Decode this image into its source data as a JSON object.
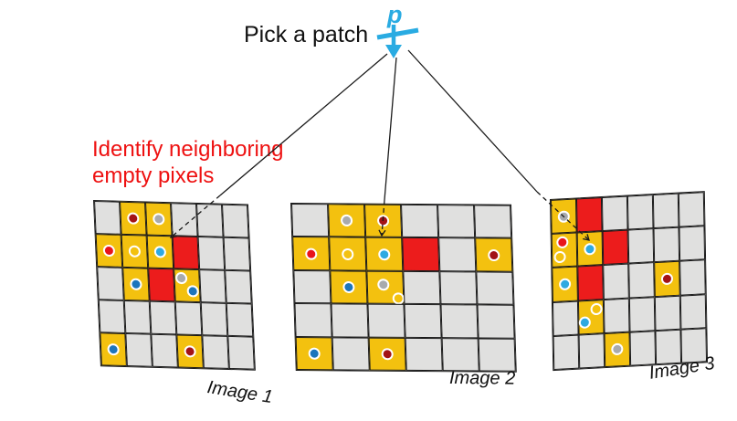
{
  "title": {
    "text": "Pick a patch",
    "patch_symbol": "p"
  },
  "annotation": {
    "line1": "Identify neighboring",
    "line2": "empty pixels"
  },
  "colors": {
    "accent_cyan": "#29ABE2",
    "annotation_red": "#EE1111",
    "line": "#1A1A1A",
    "cell_yellow": "#F3C10F",
    "cell_gray": "#E0E0DF",
    "cell_red": "#EC1C1C",
    "dot_red": "#E8141B",
    "dot_darkred": "#A31316",
    "dot_gray": "#A8AAAD",
    "dot_cyan": "#2FA9E1",
    "dot_blue": "#1C75BC",
    "dot_ring": "#FFFFFF"
  },
  "grids": [
    {
      "label": "Image 1",
      "rows": [
        [
          {
            "bg": "G"
          },
          {
            "bg": "Y",
            "dots": [
              {
                "c": "darkred",
                "o": [
                  0,
                  0
                ]
              }
            ]
          },
          {
            "bg": "Y",
            "dots": [
              {
                "c": "gray",
                "o": [
                  0,
                  0
                ]
              }
            ]
          },
          {
            "bg": "G"
          },
          {
            "bg": "G"
          },
          {
            "bg": "G"
          }
        ],
        [
          {
            "bg": "Y",
            "dots": [
              {
                "c": "red",
                "o": [
                  0,
                  0
                ]
              }
            ]
          },
          {
            "bg": "Y",
            "dots": [
              {
                "c": "hollow",
                "o": [
                  0,
                  0
                ]
              }
            ]
          },
          {
            "bg": "Y",
            "dots": [
              {
                "c": "cyan",
                "o": [
                  0,
                  0
                ]
              }
            ]
          },
          {
            "bg": "R"
          },
          {
            "bg": "G"
          },
          {
            "bg": "G"
          }
        ],
        [
          {
            "bg": "G"
          },
          {
            "bg": "Y",
            "dots": [
              {
                "c": "blue",
                "o": [
                  0,
                  0
                ]
              }
            ]
          },
          {
            "bg": "R"
          },
          {
            "bg": "Y",
            "dots": [
              {
                "c": "gray",
                "o": [
                  -6,
                  -8
                ]
              },
              {
                "c": "blue",
                "o": [
                  6,
                  6
                ]
              }
            ]
          },
          {
            "bg": "G"
          },
          {
            "bg": "G"
          }
        ],
        [
          {
            "bg": "G"
          },
          {
            "bg": "G"
          },
          {
            "bg": "G"
          },
          {
            "bg": "G"
          },
          {
            "bg": "G"
          },
          {
            "bg": "G"
          }
        ],
        [
          {
            "bg": "Y",
            "dots": [
              {
                "c": "blue",
                "o": [
                  0,
                  0
                ]
              }
            ]
          },
          {
            "bg": "G"
          },
          {
            "bg": "G"
          },
          {
            "bg": "Y",
            "dots": [
              {
                "c": "darkred",
                "o": [
                  0,
                  0
                ]
              }
            ]
          },
          {
            "bg": "G"
          },
          {
            "bg": "G"
          }
        ]
      ]
    },
    {
      "label": "Image 2",
      "rows": [
        [
          {
            "bg": "G"
          },
          {
            "bg": "Y",
            "dots": [
              {
                "c": "gray",
                "o": [
                  0,
                  0
                ]
              }
            ]
          },
          {
            "bg": "Y",
            "dots": [
              {
                "c": "darkred",
                "o": [
                  0,
                  0
                ]
              }
            ]
          },
          {
            "bg": "G"
          },
          {
            "bg": "G"
          },
          {
            "bg": "G"
          }
        ],
        [
          {
            "bg": "Y",
            "dots": [
              {
                "c": "red",
                "o": [
                  0,
                  0
                ]
              }
            ]
          },
          {
            "bg": "Y",
            "dots": [
              {
                "c": "hollow",
                "o": [
                  0,
                  0
                ]
              }
            ]
          },
          {
            "bg": "Y",
            "dots": [
              {
                "c": "cyan",
                "o": [
                  0,
                  0
                ]
              }
            ]
          },
          {
            "bg": "R"
          },
          {
            "bg": "G"
          },
          {
            "bg": "Y",
            "dots": [
              {
                "c": "darkred",
                "o": [
                  0,
                  0
                ]
              }
            ]
          }
        ],
        [
          {
            "bg": "G"
          },
          {
            "bg": "Y",
            "dots": [
              {
                "c": "blue",
                "o": [
                  0,
                  0
                ]
              }
            ]
          },
          {
            "bg": "Y",
            "dots": [
              {
                "c": "gray",
                "o": [
                  -2,
                  -3
                ]
              },
              {
                "c": "hollow",
                "o": [
                  14,
                  12
                ]
              }
            ]
          },
          {
            "bg": "G"
          },
          {
            "bg": "G"
          },
          {
            "bg": "G"
          }
        ],
        [
          {
            "bg": "G"
          },
          {
            "bg": "G"
          },
          {
            "bg": "G"
          },
          {
            "bg": "G"
          },
          {
            "bg": "G"
          },
          {
            "bg": "G"
          }
        ],
        [
          {
            "bg": "Y",
            "dots": [
              {
                "c": "blue",
                "o": [
                  0,
                  0
                ]
              }
            ]
          },
          {
            "bg": "G"
          },
          {
            "bg": "Y",
            "dots": [
              {
                "c": "darkred",
                "o": [
                  0,
                  0
                ]
              }
            ]
          },
          {
            "bg": "G"
          },
          {
            "bg": "G"
          },
          {
            "bg": "G"
          }
        ]
      ]
    },
    {
      "label": "Image 3",
      "rows": [
        [
          {
            "bg": "Y",
            "dots": [
              {
                "c": "gray",
                "o": [
                  0,
                  0
                ]
              }
            ]
          },
          {
            "bg": "R"
          },
          {
            "bg": "G"
          },
          {
            "bg": "G"
          },
          {
            "bg": "G"
          },
          {
            "bg": "G"
          }
        ],
        [
          {
            "bg": "Y",
            "dots": [
              {
                "c": "red",
                "o": [
                  -2,
                  -9
                ]
              },
              {
                "c": "hollow",
                "o": [
                  -5,
                  7
                ]
              }
            ]
          },
          {
            "bg": "Y",
            "dots": [
              {
                "c": "cyan",
                "o": [
                  0,
                  0
                ]
              }
            ]
          },
          {
            "bg": "R"
          },
          {
            "bg": "G"
          },
          {
            "bg": "G"
          },
          {
            "bg": "G"
          }
        ],
        [
          {
            "bg": "Y",
            "dots": [
              {
                "c": "cyan",
                "o": [
                  0,
                  0
                ]
              }
            ]
          },
          {
            "bg": "R"
          },
          {
            "bg": "G"
          },
          {
            "bg": "G"
          },
          {
            "bg": "Y",
            "dots": [
              {
                "c": "darkred",
                "o": [
                  0,
                  0
                ]
              }
            ]
          },
          {
            "bg": "G"
          }
        ],
        [
          {
            "bg": "G"
          },
          {
            "bg": "Y",
            "dots": [
              {
                "c": "hollow",
                "o": [
                  6,
                  -8
                ]
              },
              {
                "c": "cyan",
                "o": [
                  -7,
                  6
                ]
              }
            ]
          },
          {
            "bg": "G"
          },
          {
            "bg": "G"
          },
          {
            "bg": "G"
          },
          {
            "bg": "G"
          }
        ],
        [
          {
            "bg": "G"
          },
          {
            "bg": "G"
          },
          {
            "bg": "Y",
            "dots": [
              {
                "c": "gray",
                "o": [
                  0,
                  0
                ]
              }
            ]
          },
          {
            "bg": "G"
          },
          {
            "bg": "G"
          },
          {
            "bg": "G"
          }
        ]
      ]
    }
  ]
}
